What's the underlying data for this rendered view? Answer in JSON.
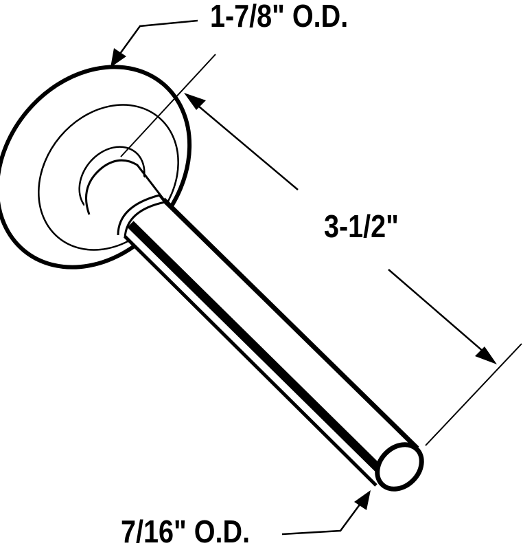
{
  "diagram": {
    "subject": "roller with wheel and shaft",
    "background_color": "#ffffff",
    "line_color": "#000000",
    "dimensions": {
      "wheel_outer_diameter": {
        "label": "1-7/8\" O.D."
      },
      "overall_length": {
        "label": "3-1/2\""
      },
      "shaft_outer_diameter": {
        "label": "7/16\" O.D."
      }
    },
    "callouts": [
      {
        "id": "wheel-od-leader",
        "points_to": "wheel rim"
      },
      {
        "id": "length-dimension",
        "points_to": "wheel face to shaft end"
      },
      {
        "id": "shaft-od-leader",
        "points_to": "shaft end"
      }
    ]
  }
}
